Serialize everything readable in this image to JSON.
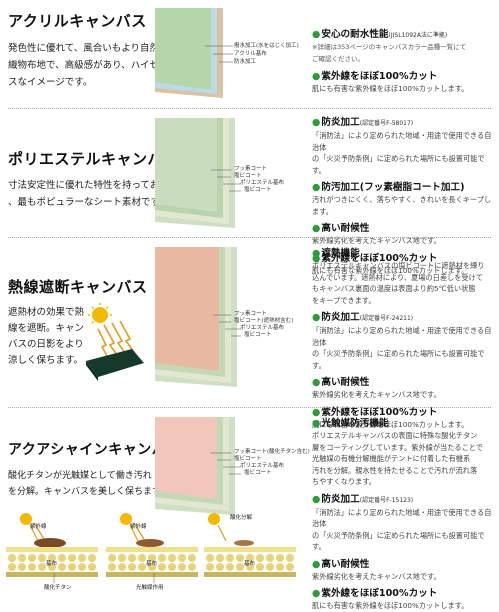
{
  "colors": {
    "accent_green": "#2e9c3a",
    "divider": "#9aa"
  },
  "sections": [
    {
      "title": "アクリルキャンバス",
      "desc": [
        "発色性に優れて、風合いもより自然な",
        "織物布地で、高級感があり、ハイセン",
        "スなイメージです。"
      ],
      "layers": [
        "撥水加工(水をはじく加工)",
        "アクリル基布",
        "防水加工"
      ],
      "features": [
        {
          "heading": "安心の耐水性能",
          "sub": "(JISL1092A法に準拠)",
          "body": [
            "※詳細は353ページのキャンバスカラー品種一覧にて",
            "ご確認ください。"
          ]
        },
        {
          "heading": "紫外線をほぼ100%カット",
          "sub": "",
          "body": [
            "肌にも有害な紫外線をほぼ100%カットします。"
          ]
        }
      ]
    },
    {
      "title": "ポリエステルキャンバス",
      "desc": [
        "寸法安定性に優れた特性を持っており",
        "、最もポピュラーなシート素材です。"
      ],
      "layers": [
        "フッ素コート",
        "塩ビコート",
        "ポリエステル基布",
        "塩ビコート"
      ],
      "features": [
        {
          "heading": "防炎加工",
          "sub": "(認定番号F-58017)",
          "body": [
            "「消防法」により定められた地域・用途で使用できる自治体",
            "の「火災予防条例」に定められた場所にも設置可能です。"
          ]
        },
        {
          "heading": "防汚加工(フッ素樹脂コート加工)",
          "sub": "",
          "body": [
            "汚れがつきにくく、落ちやすく、きれいを長くキープします。"
          ]
        },
        {
          "heading": "高い耐候性",
          "sub": "",
          "body": [
            "紫外線劣化を考えたキャンバス地です。"
          ]
        },
        {
          "heading": "紫外線をほぼ100%カット",
          "sub": "",
          "body": [
            "肌にも有害な紫外線をほぼ100%カットします。"
          ]
        }
      ]
    },
    {
      "title": "熱線遮断キャンバス",
      "desc": [
        "遮熱材の効果で熱",
        "線を遮断。キャン",
        "バスの日影をより",
        "涼しく保ちます。"
      ],
      "layers": [
        "フッ素コート",
        "塩ビコート(遮熱材含む)",
        "ポリエステル基布",
        "塩ビコート"
      ],
      "features": [
        {
          "heading": "遮熱機能",
          "sub": "",
          "body": [
            "ポリエステルキャンバスの塩ビコートに遮熱材を練り",
            "込んでいます。遮熱材により、夏場の日差しを受けて",
            "もキャンバス裏面の温度は表面より約5℃低い状態",
            "をキープできます。"
          ]
        },
        {
          "heading": "防炎加工",
          "sub": "(認定番号F-24211)",
          "body": [
            "「消防法」により定められた地域・用途で使用できる自治体",
            "の「火災予防条例」に定められた場所にも設置可能です。"
          ]
        },
        {
          "heading": "高い耐候性",
          "sub": "",
          "body": [
            "紫外線劣化を考えたキャンバス地です。"
          ]
        },
        {
          "heading": "紫外線をほぼ100%カット",
          "sub": "",
          "body": [
            "肌にも有害な紫外線をほぼ100%カットします。"
          ]
        }
      ]
    },
    {
      "title": "アクアシャインキャンバス",
      "desc": [
        "酸化チタンが光触媒として働き汚れ",
        "を分解。キャンバスを美しく保ちます。"
      ],
      "layers": [
        "フッ素コート(酸化チタン含む)",
        "塩ビコート",
        "ポリエステル基布",
        "塩ビコート"
      ],
      "diagram": {
        "uv": "紫外線",
        "kifu": "基布",
        "titanium": "酸化チタン",
        "photo": "光触媒作用",
        "decomp": "酸化分解"
      },
      "features": [
        {
          "heading": "光触媒防汚機能",
          "sub": "",
          "body": [
            "ポリエステルキャンバスの表面に特殊な酸化チタン",
            "層をコーティングしています。紫外線が当たることで",
            "光触媒の有機分解機能がテントに付着した有機系",
            "汚れを分解。親水性を持たせることで汚れが流れ落",
            "ちやすくなります。"
          ]
        },
        {
          "heading": "防炎加工",
          "sub": "(認定番号F-15123)",
          "body": [
            "「消防法」により定められた地域・用途で使用できる自治体",
            "の「火災予防条例」に定められた場所にも設置可能です。"
          ]
        },
        {
          "heading": "高い耐候性",
          "sub": "",
          "body": [
            "紫外線劣化を考えたキャンバス地です。"
          ]
        },
        {
          "heading": "紫外線をほぼ100%カット",
          "sub": "",
          "body": [
            "肌にも有害な紫外線をほぼ100%カットします。"
          ]
        }
      ]
    }
  ]
}
